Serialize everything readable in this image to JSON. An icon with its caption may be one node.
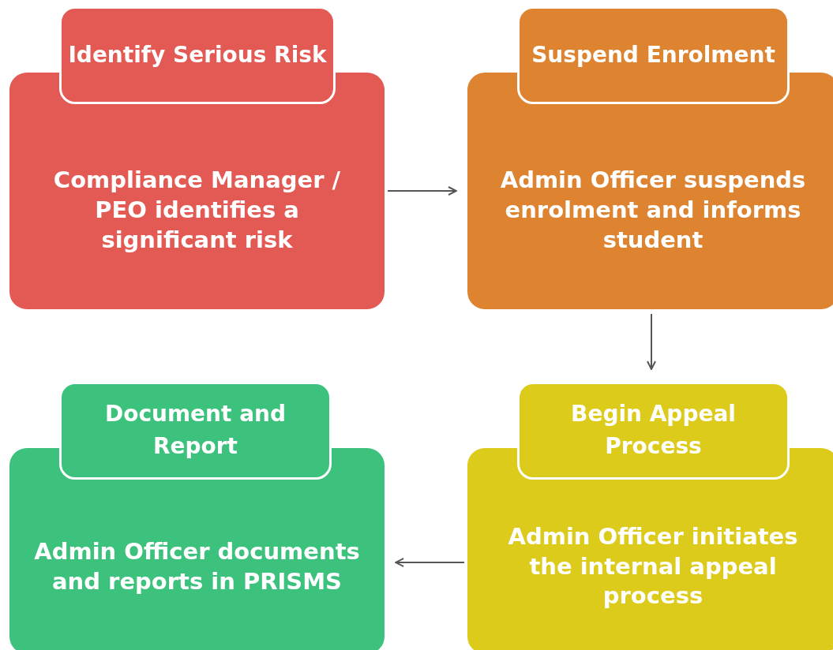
{
  "diagram": {
    "nodes": [
      {
        "text": [
          "Identify Serious Risk",
          "Compliance Manager / PEO identifies a significant risk"
        ]
      },
      {
        "text": [
          "Suspend Enrolment",
          "Admin Officer suspends enrolment and informs student"
        ]
      },
      {
        "text": [
          "Begin Appeal Process",
          "Admin Officer initiates the internal appeal process"
        ]
      },
      {
        "text": [
          "Document and Report",
          "Admin Officer documents and reports in PRISMS"
        ]
      }
    ],
    "edges": [
      {
        "from": 0,
        "to": 1,
        "arrow": "to"
      },
      {
        "from": 1,
        "to": 2,
        "arrow": "to"
      },
      {
        "from": 2,
        "to": 3,
        "arrow": "to"
      }
    ]
  }
}
